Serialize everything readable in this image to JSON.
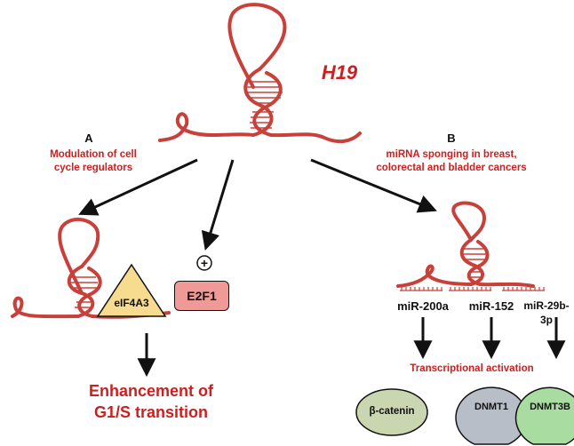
{
  "colors": {
    "rna": "#c8403a",
    "accent_text": "#cc1f1f",
    "e2f1_fill": "#ef9a96",
    "eif4a3_fill": "#f7dc8f",
    "catenin_fill": "#c9d6b0",
    "dnmt1_fill": "#b8bec8",
    "dnmt3b_fill": "#a8dca0"
  },
  "main_rna": {
    "label": "H19"
  },
  "branch_a": {
    "letter": "A",
    "title_lines": [
      "Modulation of cell",
      "cycle regulators"
    ],
    "eif4a3_label": "eIF4A3",
    "e2f1_label": "E2F1",
    "plus_symbol": "+",
    "outcome_lines": [
      "Enhancement of",
      "G1/S transition"
    ]
  },
  "branch_b": {
    "letter": "B",
    "title_lines": [
      "miRNA sponging in breast,",
      "colorectal and bladder cancers"
    ],
    "mirnas": [
      "miR-200a",
      "miR-152",
      "miR-29b-3p"
    ],
    "activation_label": "Transcriptional activation",
    "targets": [
      "β-catenin",
      "DNMT1",
      "DNMT3B"
    ]
  }
}
